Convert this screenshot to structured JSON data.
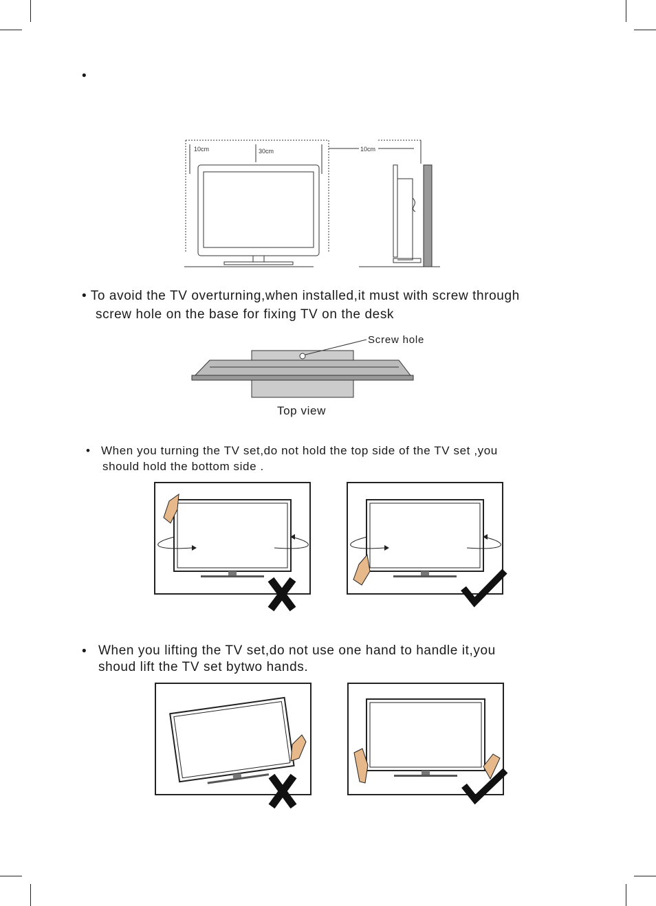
{
  "section1": {
    "bullet": "•",
    "dims": {
      "side_gap_left": "10cm",
      "top_gap": "30cm",
      "back_gap": "10cm"
    }
  },
  "section2": {
    "line1": "• To avoid the TV overturning,when installed,it must with  screw through",
    "line2": "screw hole on the base for fixing  TV on the desk",
    "screw_label": "Screw hole",
    "view_label": "Top view"
  },
  "section3": {
    "bullet": "•",
    "line1": "When you turning the TV set,do not hold the top side of  the TV set  ,you",
    "line2": "should hold the bottom side  ."
  },
  "section4": {
    "bullet": "•",
    "line1": "When you lifting the TV set,do not use one hand to handle it,you",
    "line2": "shoud lift the TV set  bytwo hands."
  }
}
